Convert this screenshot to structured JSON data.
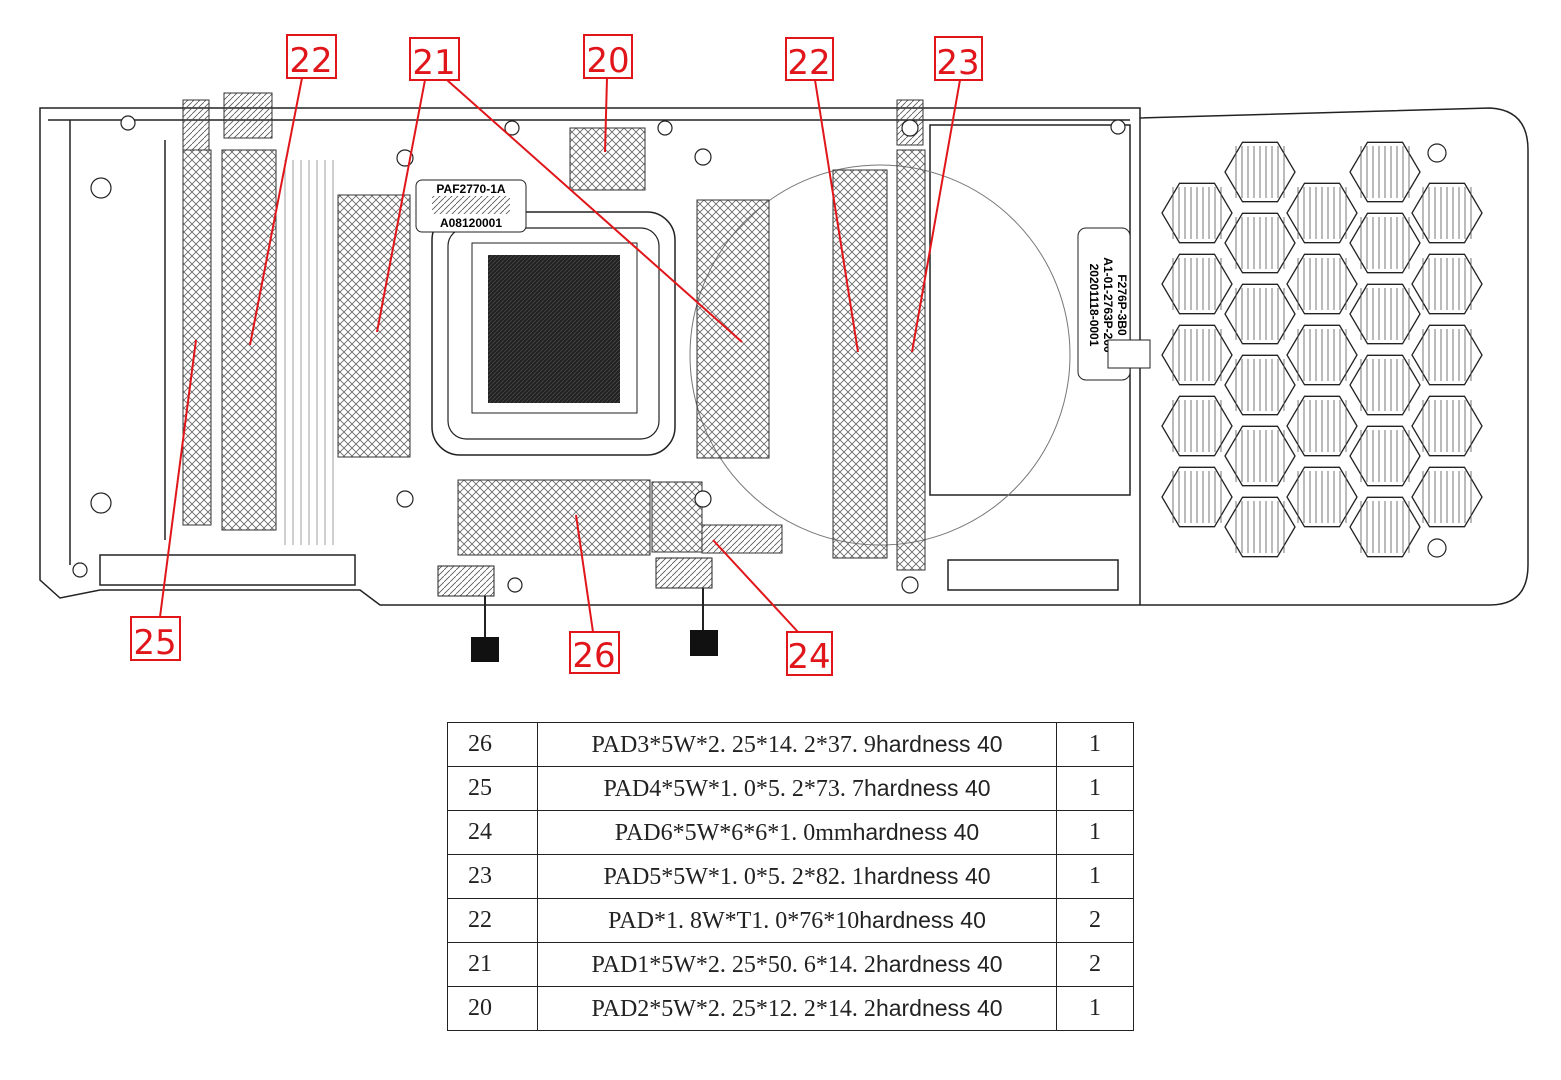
{
  "callouts": {
    "c22a": "22",
    "c21": "21",
    "c20": "20",
    "c22b": "22",
    "c23": "23",
    "c25": "25",
    "c26": "26",
    "c24": "24"
  },
  "labels": {
    "gpu_label_top": "PAF2770-1A",
    "gpu_label_bottom": "A08120001",
    "fan_label_1": "F276P-3B0",
    "fan_label_2": "A1-01-2763P-200",
    "fan_label_3": "20201118-0001"
  },
  "colors": {
    "callout": "#e0161b",
    "line": "#000000"
  },
  "table": {
    "rows": [
      {
        "item": "26",
        "part": "PAD3*5W*2. 25*14. 2*37. 9",
        "spec": "hardness 40",
        "qty": "1"
      },
      {
        "item": "25",
        "part": "PAD4*5W*1. 0*5. 2*73. 7",
        "spec": "hardness 40",
        "qty": "1"
      },
      {
        "item": "24",
        "part": "PAD6*5W*6*6*1. 0mm",
        "spec": "hardness 40",
        "qty": "1"
      },
      {
        "item": "23",
        "part": "PAD5*5W*1. 0*5. 2*82. 1",
        "spec": "hardness 40",
        "qty": "1"
      },
      {
        "item": "22",
        "part": "PAD*1. 8W*T1. 0*76*10",
        "spec": "hardness 40",
        "qty": "2"
      },
      {
        "item": "21",
        "part": "PAD1*5W*2. 25*50. 6*14. 2",
        "spec": "hardness 40",
        "qty": "2"
      },
      {
        "item": "20",
        "part": "PAD2*5W*2. 25*12. 2*14. 2",
        "spec": "hardness 40",
        "qty": "1"
      }
    ]
  }
}
